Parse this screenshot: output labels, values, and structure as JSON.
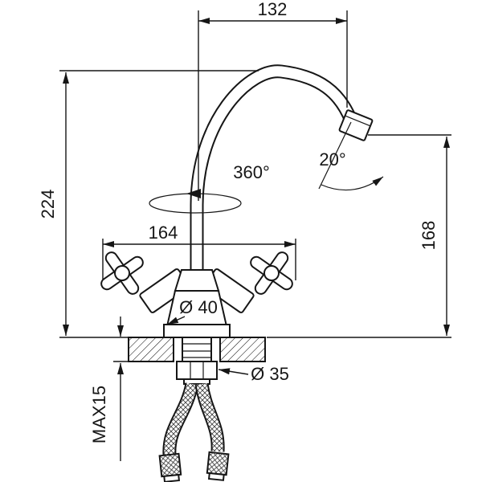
{
  "drawing": {
    "type": "faucet-installation-technical-drawing",
    "dims": {
      "spout_reach": "132",
      "total_height": "224",
      "spout_height": "168",
      "handle_span": "164",
      "swivel_angle": "360°",
      "outlet_angle": "20°",
      "body_diameter": "Ø 40",
      "shank_diameter": "Ø 35",
      "max_mount_thickness": "MAX15"
    },
    "colors": {
      "line": "#161616",
      "background": "#ffffff"
    }
  }
}
